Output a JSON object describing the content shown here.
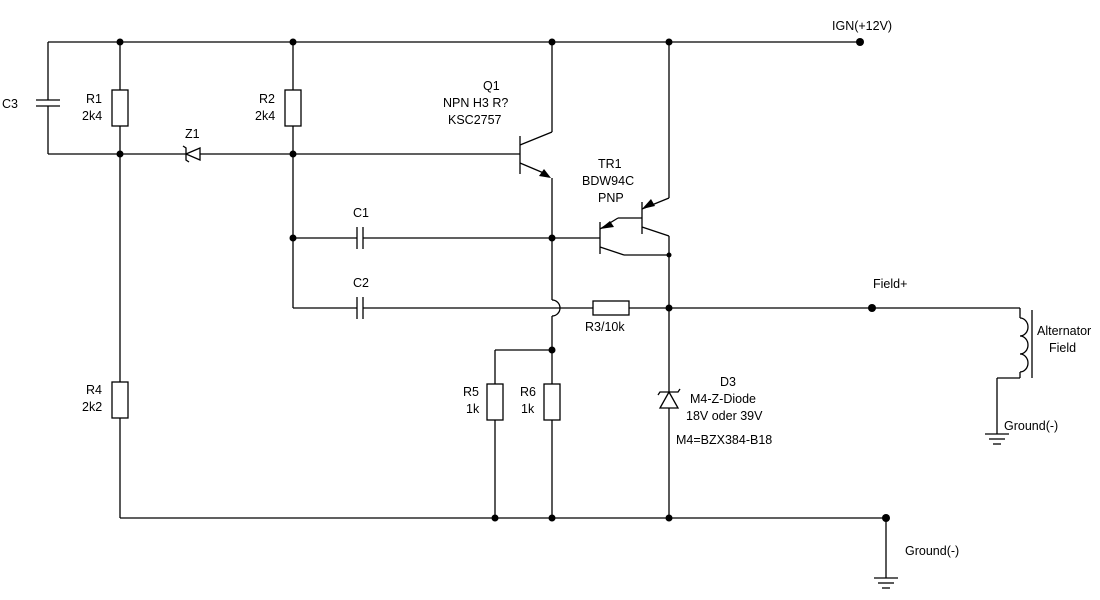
{
  "labels": {
    "ign": "IGN(+12V)",
    "c3": "C3",
    "r1_name": "R1",
    "r1_value": "2k4",
    "r2_name": "R2",
    "r2_value": "2k4",
    "z1": "Z1",
    "q1_name": "Q1",
    "q1_type": "NPN H3 R?",
    "q1_part": "KSC2757",
    "tr1_name": "TR1",
    "tr1_part": "BDW94C",
    "tr1_type": "PNP",
    "c1": "C1",
    "c2": "C2",
    "r3": "R3/10k",
    "field_plus": "Field+",
    "alt_line1": "Alternator",
    "alt_line2": "Field",
    "ground_alt": "Ground(-)",
    "r4_name": "R4",
    "r4_value": "2k2",
    "r5_name": "R5",
    "r5_value": "1k",
    "r6_name": "R6",
    "r6_value": "1k",
    "d3_name": "D3",
    "d3_type": "M4-Z-Diode",
    "d3_voltage": "18V oder 39V",
    "d3_part": "M4=BZX384-B18",
    "ground_main": "Ground(-)"
  }
}
